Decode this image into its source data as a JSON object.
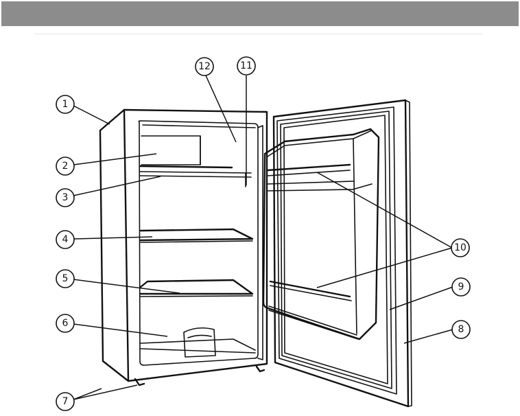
{
  "callouts": [
    {
      "id": "1",
      "label": "1"
    },
    {
      "id": "2",
      "label": "2"
    },
    {
      "id": "3",
      "label": "3"
    },
    {
      "id": "4",
      "label": "4"
    },
    {
      "id": "5",
      "label": "5"
    },
    {
      "id": "6",
      "label": "6"
    },
    {
      "id": "7",
      "label": "7"
    },
    {
      "id": "8",
      "label": "8"
    },
    {
      "id": "9",
      "label": "9"
    },
    {
      "id": "10",
      "label": "10"
    },
    {
      "id": "11",
      "label": "11"
    },
    {
      "id": "12",
      "label": "12"
    }
  ],
  "colors": {
    "header": "#8c8c8c",
    "line": "#111111",
    "background": "#ffffff"
  }
}
